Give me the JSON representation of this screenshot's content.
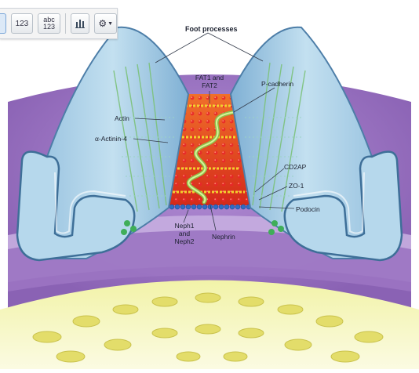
{
  "toolbar": {
    "btn_numeric": "123",
    "btn_alpha_top": "abc",
    "btn_alpha_bottom": "123",
    "icon_chart": "bar-chart-icon",
    "icon_settings": "gear-icon",
    "icon_dropdown": "caret-down-icon"
  },
  "labels": {
    "foot_processes": "Foot processes",
    "fat1_line1": "FAT1 and",
    "fat1_line2": "FAT2",
    "p_cadherin": "P-cadherin",
    "actin": "Actin",
    "alpha_actinin": "α-Actinin-4",
    "cd2ap": "CD2AP",
    "zo1": "ZO-1",
    "podocin": "Podocin",
    "neph_line1": "Neph1",
    "neph_line2": "and",
    "neph_line3": "Neph2",
    "nephrin": "Nephrin"
  },
  "colors": {
    "foot_process": "#a9cfe6",
    "foot_process_edge": "#4d7ea8",
    "slit_red": "#d8321e",
    "membrane_purple": "#8a5fb0",
    "gbm_lavender": "#c7aee0",
    "endothelium_yellow": "#eeef9a"
  }
}
